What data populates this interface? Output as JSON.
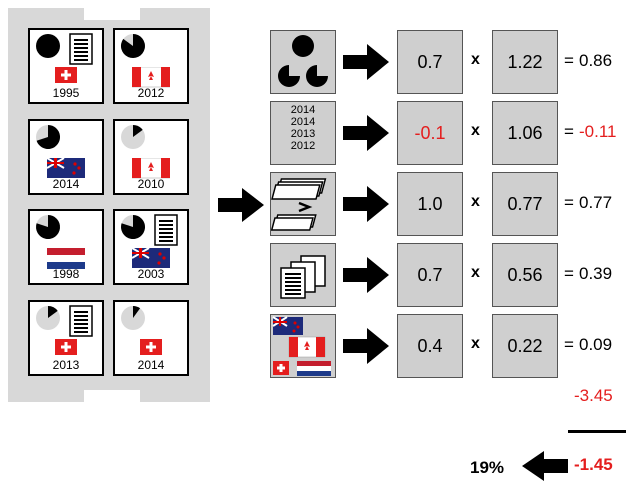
{
  "cards": [
    {
      "year": "1995",
      "pie": 1.0,
      "doc": true,
      "flag": "ch"
    },
    {
      "year": "2012",
      "pie": 0.85,
      "doc": false,
      "flag": "ca"
    },
    {
      "year": "2014",
      "pie": 0.7,
      "doc": false,
      "flag": "nz"
    },
    {
      "year": "2010",
      "pie": 0.15,
      "doc": false,
      "flag": "ca"
    },
    {
      "year": "1998",
      "pie": 0.8,
      "doc": false,
      "flag": "nl"
    },
    {
      "year": "2003",
      "pie": 0.8,
      "doc": true,
      "flag": "nz"
    },
    {
      "year": "2013",
      "pie": 0.15,
      "doc": true,
      "flag": "ch"
    },
    {
      "year": "2014",
      "pie": 0.1,
      "doc": false,
      "flag": "ch"
    }
  ],
  "year_stack": [
    "2014",
    "2014",
    "2013",
    "2012"
  ],
  "rows": [
    {
      "value": "0.7",
      "value_red": false,
      "times": "x",
      "weight": "1.22",
      "eq": "=",
      "result": "0.86",
      "result_red": false
    },
    {
      "value": "-0.1",
      "value_red": true,
      "times": "x",
      "weight": "1.06",
      "eq": "=",
      "result": "-0.11",
      "result_red": true
    },
    {
      "value": "1.0",
      "value_red": false,
      "times": "x",
      "weight": "0.77",
      "eq": "=",
      "result": "0.77",
      "result_red": false
    },
    {
      "value": "0.7",
      "value_red": false,
      "times": "x",
      "weight": "0.56",
      "eq": "=",
      "result": "0.39",
      "result_red": false
    },
    {
      "value": "0.4",
      "value_red": false,
      "times": "x",
      "weight": "0.22",
      "eq": "=",
      "result": "0.09",
      "result_red": false
    }
  ],
  "offset": "-3.45",
  "total": "-1.45",
  "percent": "19%",
  "colors": {
    "red": "#e41e1e",
    "panel": "#d8d8d8",
    "box": "#cfcfcf"
  }
}
